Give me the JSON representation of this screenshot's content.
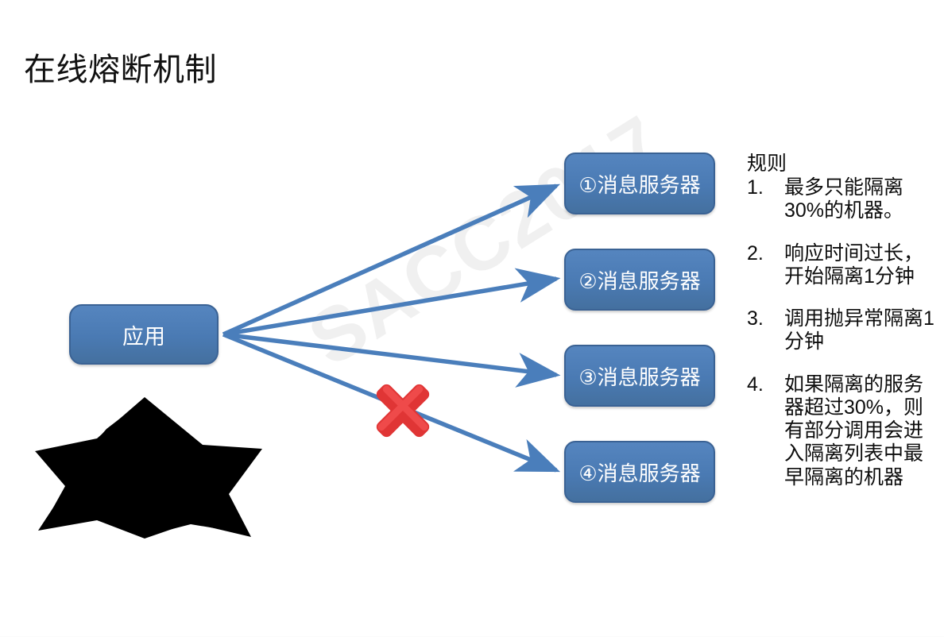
{
  "slide": {
    "title": "在线熔断机制",
    "background_color": "#ffffff",
    "watermark": "SACC2017"
  },
  "colors": {
    "node_fill": "#4a7ab3",
    "node_border": "#3a6294",
    "node_text": "#ffffff",
    "arrow": "#4a7ebb",
    "cross": "#e03535",
    "star": "#000000",
    "text": "#0d0d0d",
    "watermark": "#f0f0f0"
  },
  "diagram": {
    "source_node": {
      "id": "app",
      "label": "应用"
    },
    "target_nodes": [
      {
        "id": "srv1",
        "label": "①消息服务器",
        "blocked": false
      },
      {
        "id": "srv2",
        "label": "②消息服务器",
        "blocked": false
      },
      {
        "id": "srv3",
        "label": "③消息服务器",
        "blocked": false
      },
      {
        "id": "srv4",
        "label": "④消息服务器",
        "blocked": true
      }
    ],
    "blocked_marker": {
      "icon": "cross-icon",
      "on_edge_to": "srv4"
    },
    "star_shape": {
      "icon": "star-7-point-icon",
      "points": 7
    }
  },
  "rules": {
    "heading": "规则",
    "items": [
      {
        "num": "1.",
        "text": "最多只能隔离30%的机器。"
      },
      {
        "num": "2.",
        "text": "响应时间过长，开始隔离1分钟"
      },
      {
        "num": "3.",
        "text": "调用抛异常隔离1分钟"
      },
      {
        "num": "4.",
        "text": "如果隔离的服务器超过30%，则有部分调用会进入隔离列表中最早隔离的机器"
      }
    ]
  }
}
